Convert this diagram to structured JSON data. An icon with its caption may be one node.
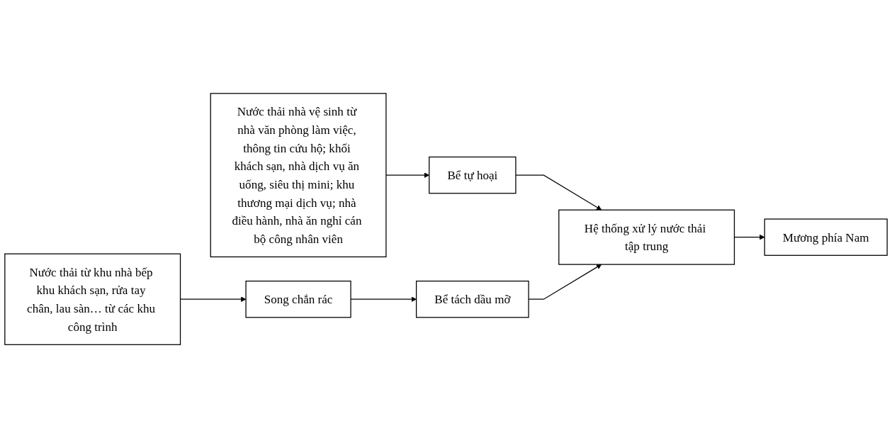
{
  "diagram": {
    "nodes": [
      {
        "text": [
          "Nước thải nhà vệ sinh từ nhà văn phòng làm việc, thông tin cứu hộ; khối khách sạn, nhà dịch vụ ăn uống, siêu thị mini; khu thương mại dịch vụ; nhà điều hành, nhà ăn nghỉ cán bộ công nhân viên"
        ]
      },
      {
        "text": [
          "Bể tự hoại"
        ]
      },
      {
        "text": [
          "Nước thải từ khu nhà bếp khu khách sạn, rửa tay chân, lau sàn… từ các khu công trình"
        ]
      },
      {
        "text": [
          "Song chắn rác"
        ]
      },
      {
        "text": [
          "Bể tách dầu mỡ"
        ]
      },
      {
        "text": [
          "Hệ thống xử lý nước thải tập trung"
        ]
      },
      {
        "text": [
          "Mương phía Nam"
        ]
      }
    ],
    "edges": [
      {
        "from": 0,
        "to": 1,
        "arrow": "to"
      },
      {
        "from": 2,
        "to": 3,
        "arrow": "to"
      },
      {
        "from": 3,
        "to": 4,
        "arrow": "to"
      },
      {
        "from": 1,
        "to": 5,
        "arrow": "to"
      },
      {
        "from": 4,
        "to": 5,
        "arrow": "to"
      },
      {
        "from": 5,
        "to": 6,
        "arrow": "to"
      }
    ]
  }
}
